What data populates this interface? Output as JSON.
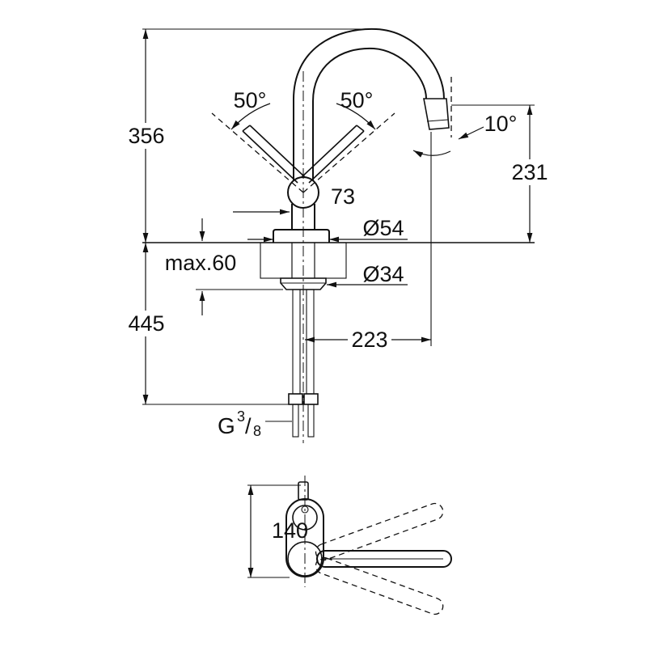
{
  "drawing": {
    "kind": "faucet-installation-dimension-drawing",
    "line_color": "#111111",
    "background": "#ffffff"
  },
  "labels": {
    "height_to_top": "356",
    "height_below_deck": "445",
    "outlet_height": "231",
    "handle_angle_left": "50°",
    "handle_angle_right": "50°",
    "outlet_angle": "10°",
    "handle_offset": "73",
    "base_diameter": "Ø54",
    "max_deck_thickness": "max.60",
    "hole_diameter": "Ø34",
    "spout_reach": "223",
    "top_view_height": "140",
    "thread": {
      "prefix": "G",
      "numerator": "3",
      "slash": "/",
      "denominator": "8"
    }
  }
}
